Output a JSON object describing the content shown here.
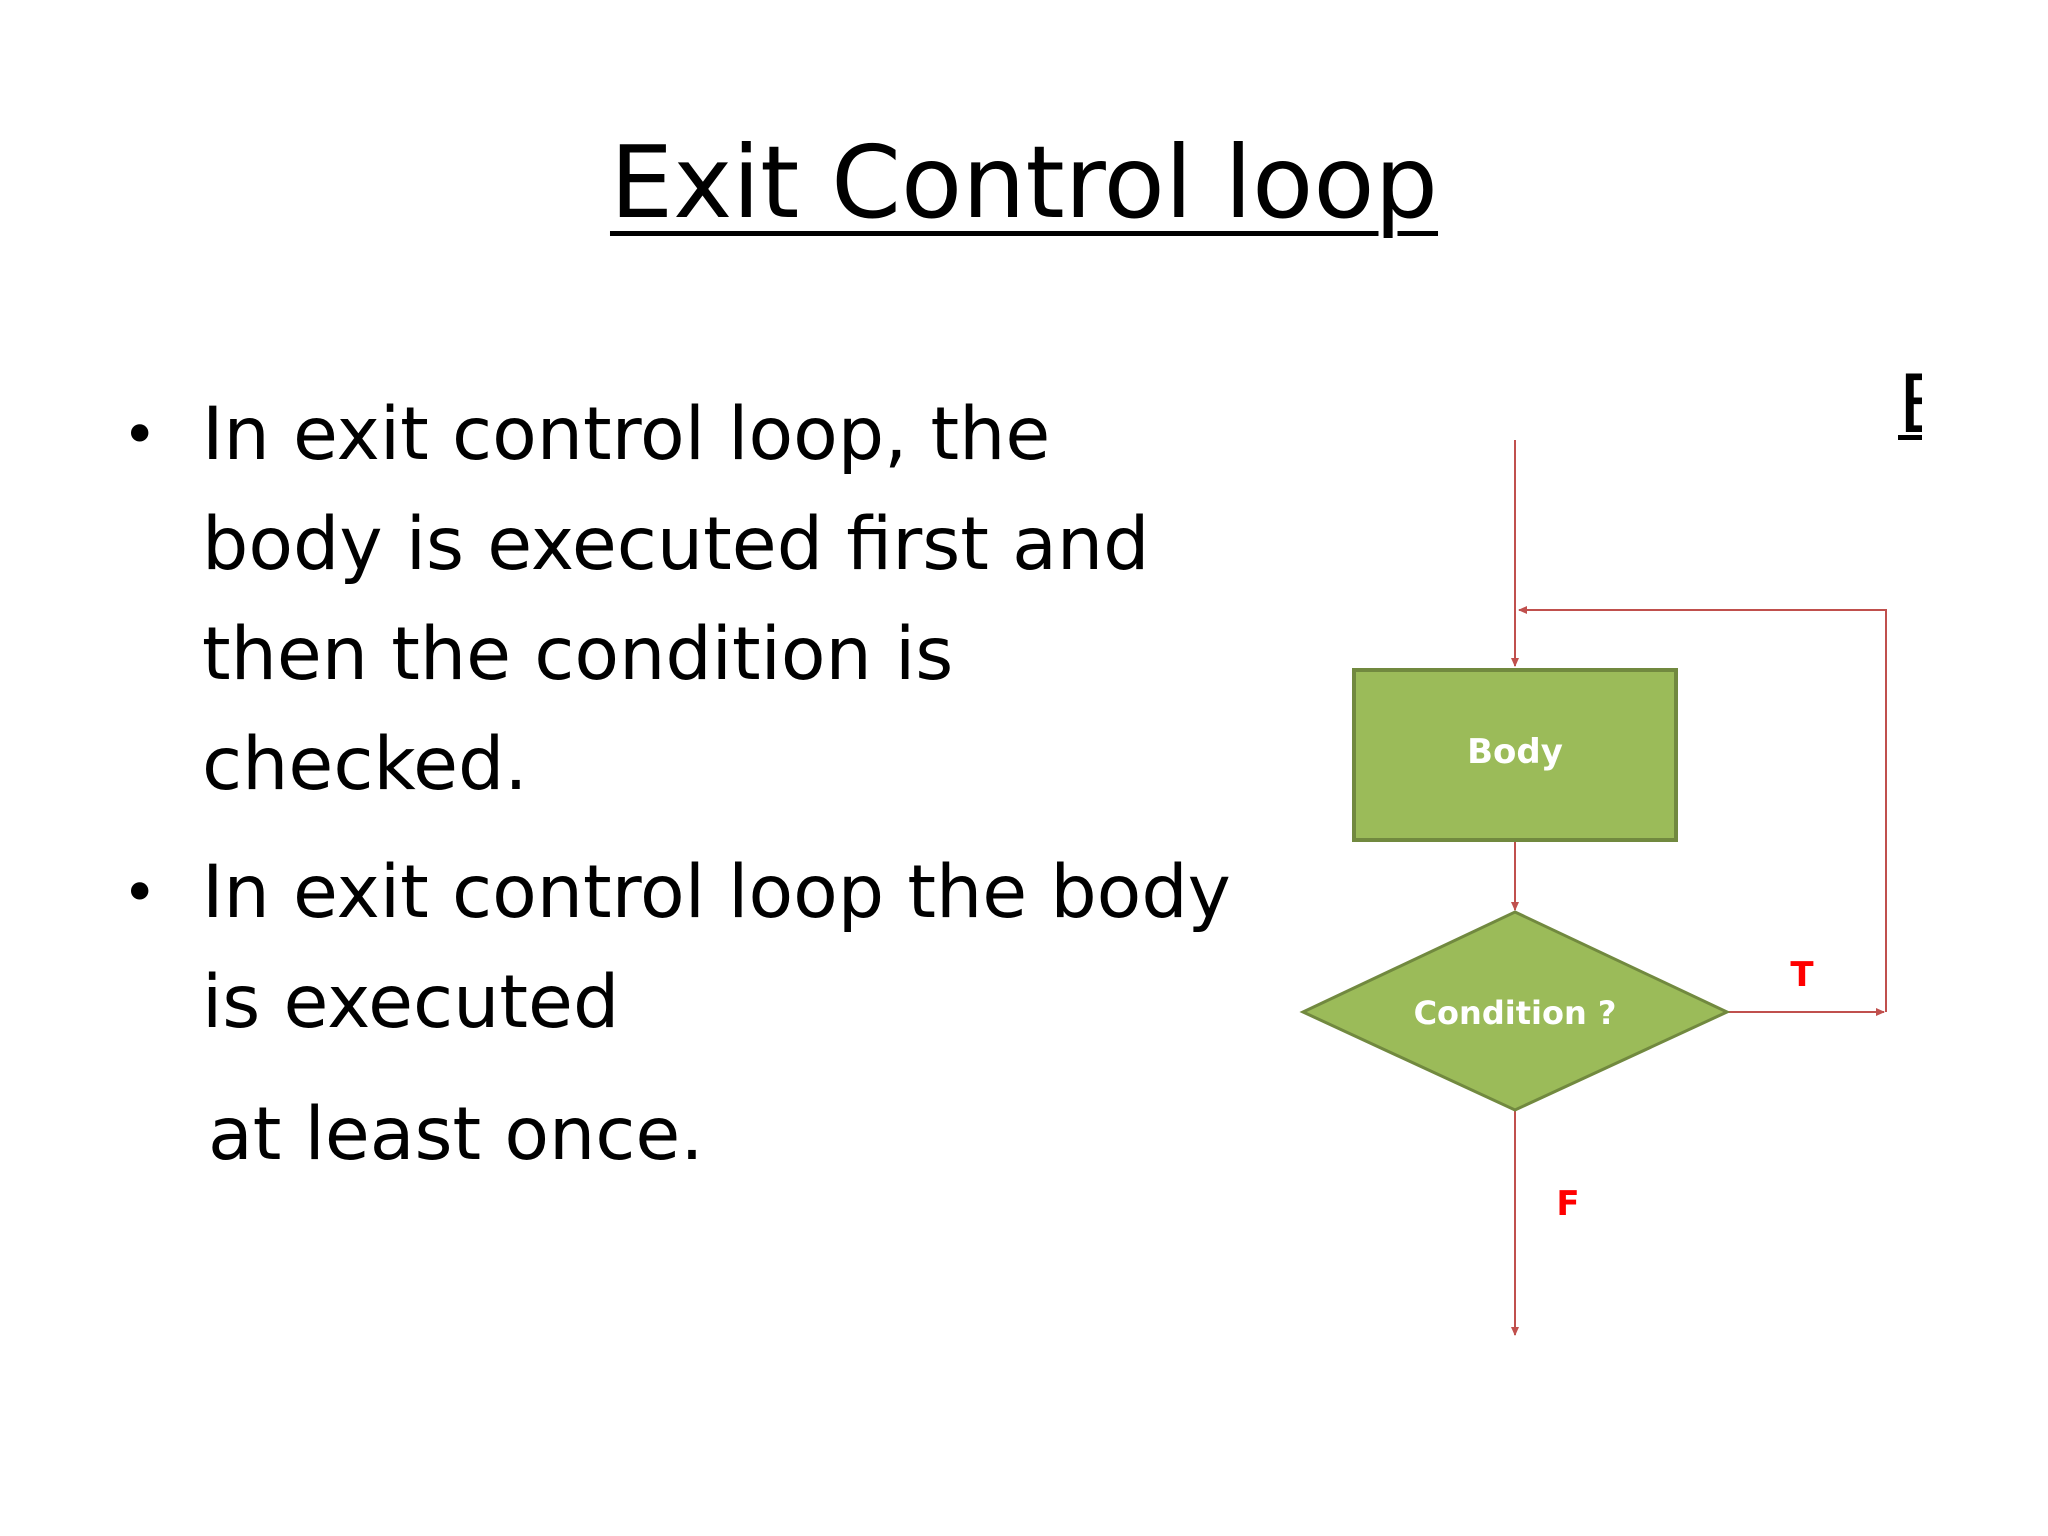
{
  "slide": {
    "title": "Exit Control loop",
    "bullets": [
      {
        "text": "In exit control loop, the body is executed first and then the condition is checked."
      },
      {
        "text": "In exit control loop the body is executed",
        "tail": "at least once."
      }
    ],
    "cutoff_glyph": "E"
  },
  "flowchart": {
    "body_label": "Body",
    "condition_label": "Condition ?",
    "true_label": "T",
    "false_label": "F",
    "colors": {
      "line": "#c0504d",
      "shape_fill": "#9bbb59",
      "shape_border": "#71893f",
      "shape_text": "#ffffff",
      "branch_label": "#ff0000"
    }
  }
}
